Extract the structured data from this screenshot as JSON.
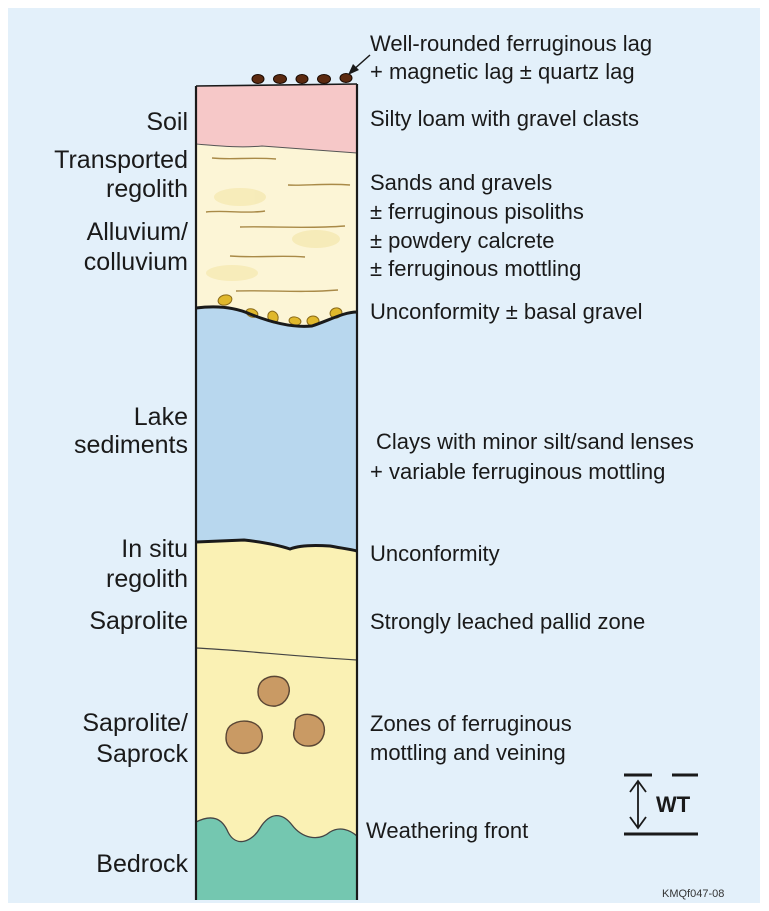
{
  "left_labels": {
    "soil": "Soil",
    "transported": [
      "Transported",
      "regolith"
    ],
    "alluvium": [
      "Alluvium/",
      "colluvium"
    ],
    "lake": [
      "Lake",
      "sediments"
    ],
    "insitu": [
      "In situ",
      "regolith"
    ],
    "saprolite": "Saprolite",
    "saprock": [
      "Saprolite/",
      "Saprock"
    ],
    "bedrock": "Bedrock"
  },
  "right_labels": {
    "lag": [
      "Well-rounded ferruginous lag",
      "+ magnetic lag ± quartz lag"
    ],
    "soil_desc": "Silty loam with gravel clasts",
    "sands": [
      "Sands and gravels",
      "± ferruginous pisoliths",
      "± powdery calcrete",
      "± ferruginous mottling"
    ],
    "unconformity_basal": "Unconformity ± basal gravel",
    "clays": [
      "Clays with minor silt/sand lenses",
      "+ variable ferruginous mottling"
    ],
    "unconformity": "Unconformity",
    "pallid": "Strongly leached pallid zone",
    "mottling": [
      "Zones of ferruginous",
      "mottling and veining"
    ],
    "weathering_front": "Weathering front"
  },
  "water_table_label": "WT",
  "figure_code": "KMQf047-08",
  "colors": {
    "background": "#e3f0fa",
    "soil": "#f6c8c8",
    "transported": "#fcf5d6",
    "lake": "#b8d7ee",
    "saprolite": "#faf1b4",
    "bedrock": "#74c7b0",
    "nodule": "#c99a64",
    "gravel": "#e0b82c",
    "lag": "#5c2a10"
  }
}
